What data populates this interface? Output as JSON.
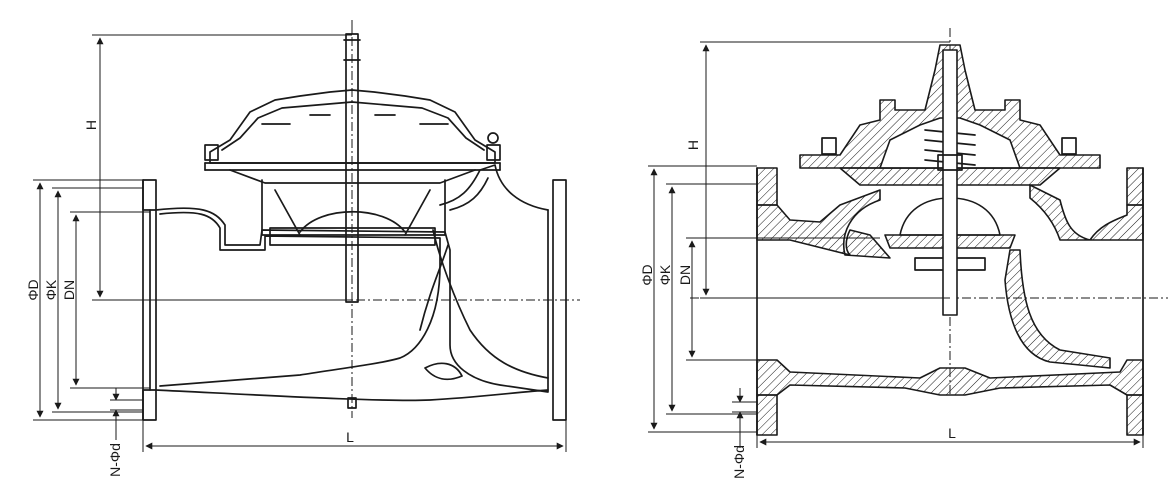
{
  "left_view": {
    "labels": {
      "height": "H",
      "flange_od": "ΦD",
      "bolt_circle": "ΦK",
      "nominal": "DN",
      "length": "L",
      "bolt_holes": "N-Φd"
    }
  },
  "right_view": {
    "labels": {
      "height": "H",
      "flange_od": "ΦD",
      "bolt_circle": "ΦK",
      "nominal": "DN",
      "length": "L",
      "bolt_holes": "N-Φd"
    }
  }
}
